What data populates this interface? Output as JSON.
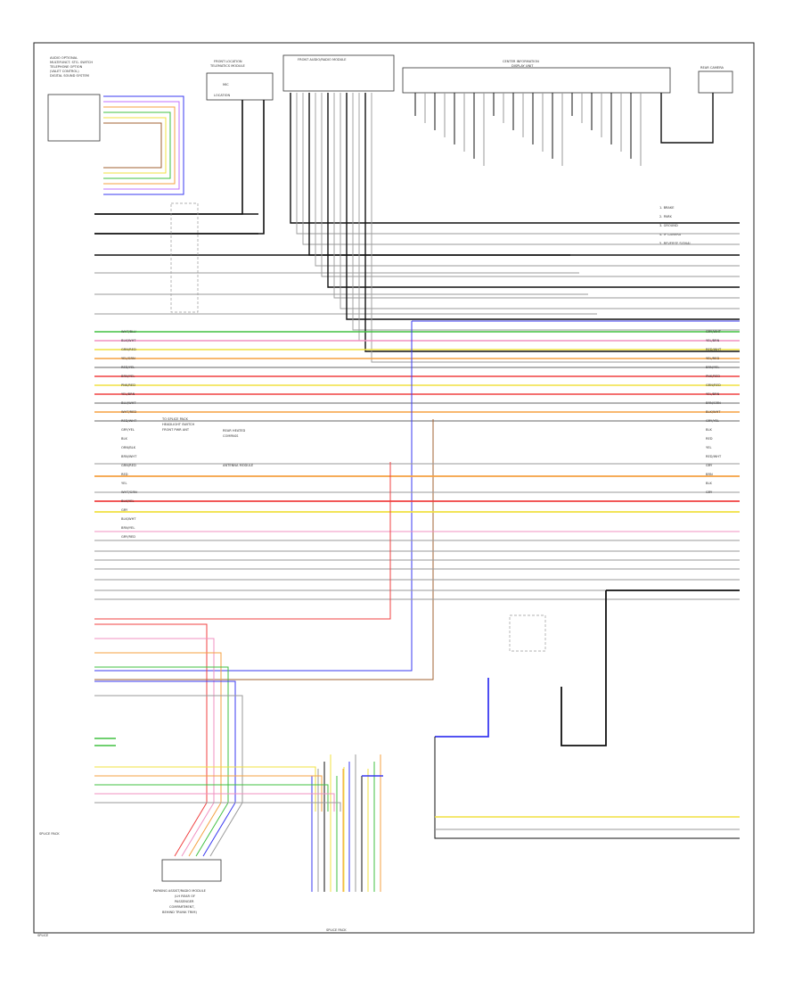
{
  "diagram": {
    "left_module": [
      "AUDIO OPTIONAL",
      "MULTIFUNCT. STG. SWITCH",
      "TELEPHONE OPTION",
      "(VALET CONTROL)",
      "DIGITAL SOUND SYSTEM"
    ],
    "top_left_module": [
      "FRONT LOCATION",
      "TELEMATICS MODULE"
    ],
    "top_left_module_sub": [
      "MIC",
      "LOCATION"
    ],
    "top_center_module": "FRONT AUDIO/RADIO MODULE",
    "top_right_module": [
      "CENTER INFORMATION",
      "DISPLAY UNIT"
    ],
    "far_right_module": "REAR CAMERA",
    "legend": [
      "1. BRAKE",
      "2. PARK",
      "3. GROUND",
      "4. IP CAMERA",
      "5. REVERSE SIGNAL"
    ],
    "mid_notes": [
      "TO SPLICE PACK",
      "HEADLIGHT SWITCH",
      "FRONT PWR ANT"
    ],
    "mid_notes2": [
      "REAR HEATED",
      "COMPASS",
      "ANTENNA MODULE"
    ],
    "wire_labels_left": [
      "WHT/BLU",
      "BLK/WHT",
      "GRN/RED",
      "YEL/GRN",
      "RED/YEL",
      "BRN/YEL",
      "PNK/RED",
      "YEL/BRN",
      "BLU/WHT",
      "WHT/RED",
      "RED/WHT",
      "GRY/YEL",
      "BLK",
      "ORN/BLK",
      "BRN/WHT",
      "GRN/RED",
      "RED",
      "YEL",
      "WHT/GRN",
      "BLK/YEL",
      "GRY",
      "BLK/WHT",
      "BRN/YEL",
      "GRY/RED"
    ],
    "wire_labels_right": [
      "GRY/WHT",
      "YEL/BRN",
      "RED/WHT",
      "YEL/RED",
      "BRN/YEL",
      "PNK/RED",
      "GRN/RED",
      "YEL/BRN",
      "BRN/GRN",
      "BLK/WHT",
      "GRY/YEL",
      "BLK",
      "RED",
      "YEL",
      "RED/WHT",
      "GRY",
      "BRN",
      "BLK",
      "GRY"
    ],
    "bottom_module": [
      "PARKING ASSIST/RADIO MODULE",
      "(LH REAR OF",
      "PASSENGER",
      "COMPARTMENT,",
      "BEHIND TRUNK TRIM)"
    ],
    "bottom_center_label": "SPLICE PACK",
    "bottom_left_label": "SPLICE",
    "left_bottom_note": "SPLICE PACK",
    "colors": {
      "blue": "#3a3af0",
      "orange": "#f5a040",
      "green": "#40c040",
      "yellow": "#f0e040",
      "red": "#f04040",
      "pink": "#f090c0",
      "brown": "#a06030",
      "gray": "#9a9a9a",
      "black": "#111111",
      "violet": "#c070ff"
    }
  }
}
